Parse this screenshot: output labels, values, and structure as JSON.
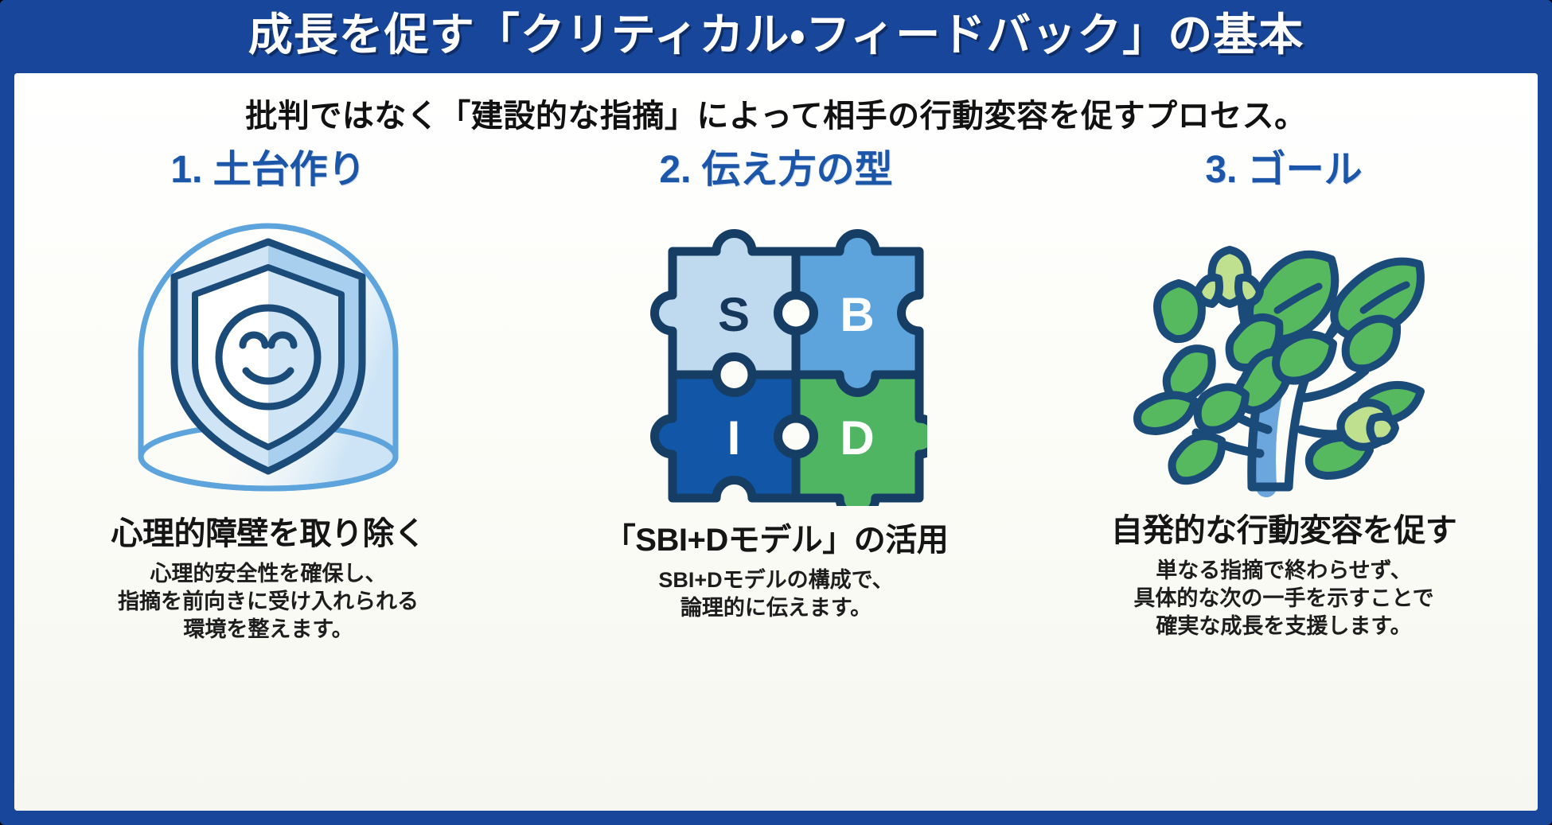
{
  "banner": {
    "title": "成長を促す「クリティカル・フィードバック」の基本"
  },
  "subtitle": "批判ではなく「建設的な指摘」によって相手の行動変容を促すプロセス。",
  "columns": [
    {
      "heading": "1. 土台作り",
      "icon": "shield-smiley-dome-icon",
      "title": "心理的障壁を取り除く",
      "description": "心理的安全性を確保し、\n指摘を前向きに受け入れられる\n環境を整えます。"
    },
    {
      "heading": "2. 伝え方の型",
      "icon": "puzzle-sbid-icon",
      "title": "「SBI+Dモデル」の活用",
      "description": "SBI+Dモデルの構成で、\n論理的に伝えます。"
    },
    {
      "heading": "3. ゴール",
      "icon": "growing-tree-icon",
      "title": "自発的な行動変容を促す",
      "description": "単なる指摘で終わらせず、\n具体的な次の一手を示すことで\n確実な成長を支援します。"
    }
  ],
  "puzzle": {
    "pieces": [
      {
        "letter": "S",
        "fill": "#bfd9ee",
        "text": "#16375c"
      },
      {
        "letter": "B",
        "fill": "#5ea4dc",
        "text": "#ffffff"
      },
      {
        "letter": "I",
        "fill": "#1256a8",
        "text": "#ffffff"
      },
      {
        "letter": "D",
        "fill": "#4fb563",
        "text": "#ffffff"
      }
    ]
  },
  "colors": {
    "banner_blue": "#17469b",
    "heading_blue": "#1b56a8",
    "panel_bg": "#fbfbf7",
    "outline_navy": "#1b4b78",
    "leaf_green": "#57b95f",
    "trunk_blue": "#6ba6dd"
  }
}
